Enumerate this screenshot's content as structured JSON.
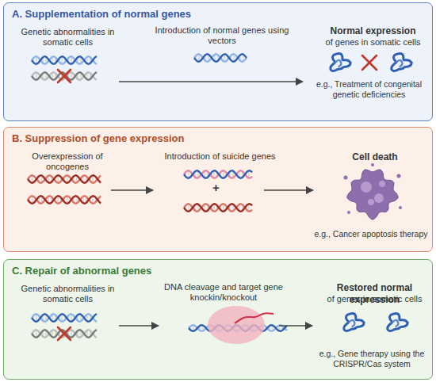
{
  "diagram": {
    "nodes": [
      {
        "text": [
          "A. Supplementation of normal genes",
          "Genetic abnormalities in somatic cells",
          "Introduction of normal genes using vectors",
          "Normal expression",
          "of genes in somatic cells",
          "e.g., Treatment of congenital genetic deficiencies"
        ]
      },
      {
        "text": [
          "B. Suppression of gene expression",
          "Overexpression of oncogenes",
          "Introduction of suicide genes",
          "Cell death",
          "e.g., Cancer apoptosis therapy"
        ]
      },
      {
        "text": [
          "C. Repair of abnormal genes",
          "Genetic abnormalities in somatic cells",
          "DNA cleavage and target gene knockin/knockout",
          "Restored normal expression",
          "of genes in somatic cells",
          "e.g., Gene therapy using the CRISPR/Cas system"
        ]
      }
    ],
    "labels": [
      "+"
    ]
  }
}
